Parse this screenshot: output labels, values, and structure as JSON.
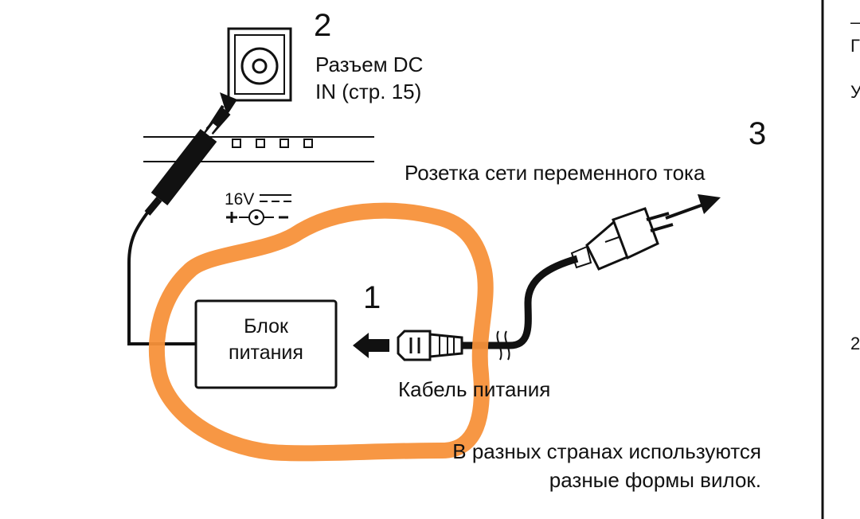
{
  "steps": {
    "s1": "1",
    "s2": "2",
    "s3": "3"
  },
  "labels": {
    "dc_in_line1": "Разъем DC",
    "dc_in_line2": "IN (стр. 15)",
    "ac_outlet": "Розетка сети переменного тока",
    "power_adapter_line1": "Блок",
    "power_adapter_line2": "питания",
    "power_cord": "Кабель питания",
    "note_line1": "В разных странах используются",
    "note_line2": "разные формы вилок.",
    "voltage": "16V"
  },
  "edge_glyphs": [
    "–",
    "Г",
    "У",
    "2"
  ],
  "colors": {
    "ink": "#111111",
    "annotation_orange": "#F7913A",
    "background": "#ffffff"
  }
}
